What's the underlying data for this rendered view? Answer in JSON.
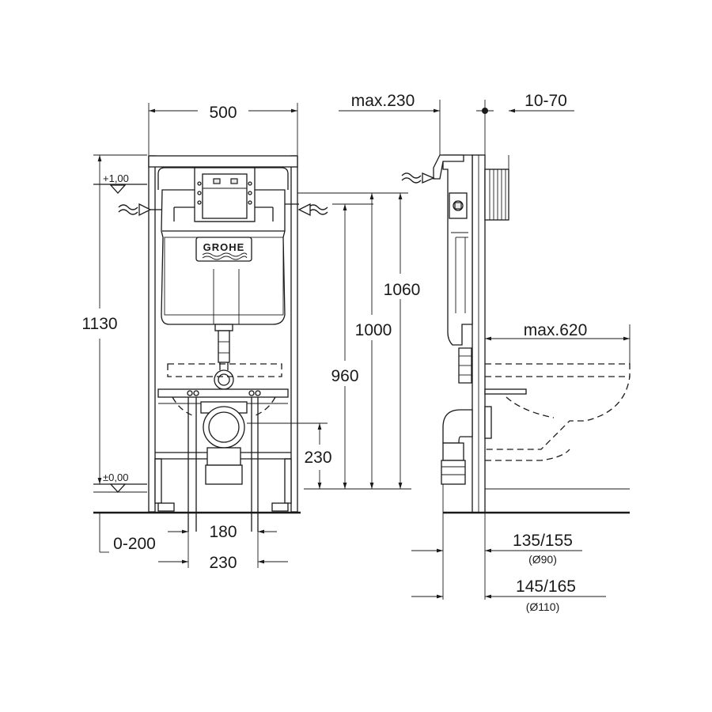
{
  "front_view": {
    "width_label": "500",
    "height_label": "1130",
    "level_top_label": "+1,00",
    "level_floor_label": "±0,00",
    "brand_label": "GROHE",
    "dim_1060": "1060",
    "dim_1000": "1000",
    "dim_960": "960",
    "dim_230_height": "230",
    "dim_0_200": "0-200",
    "dim_180": "180",
    "dim_230_width": "230"
  },
  "side_view": {
    "max_230_label": "max.230",
    "range_10_70_label": "10-70",
    "max_620_label": "max.620",
    "dim_135_155": "135/155",
    "dim_135_155_sub": "(Ø90)",
    "dim_145_165": "145/165",
    "dim_145_165_sub": "(Ø110)"
  }
}
